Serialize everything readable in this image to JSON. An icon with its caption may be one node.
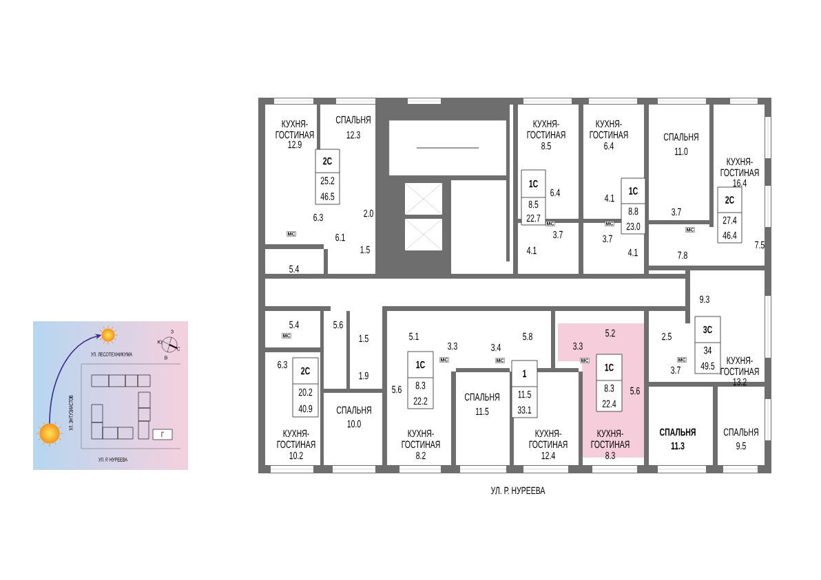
{
  "diagram": {
    "nodes": [
      {
        "text": [
          "2С",
          "25.2",
          "46.5"
        ]
      },
      {
        "text": [
          "1С",
          "8.5",
          "22.7"
        ]
      },
      {
        "text": [
          "1С",
          "8.8",
          "23.0"
        ]
      },
      {
        "text": [
          "2С",
          "27.4",
          "46.4"
        ]
      },
      {
        "text": [
          "2С",
          "20.2",
          "40.9"
        ]
      },
      {
        "text": [
          "1С",
          "8.3",
          "22.2"
        ]
      },
      {
        "text": [
          "1",
          "11.5",
          "33.1"
        ]
      },
      {
        "text": [
          "1С",
          "8.3",
          "22.4"
        ]
      },
      {
        "text": [
          "3С",
          "34",
          "49.5"
        ]
      },
      {
        "text": [],
        "shape": "picture"
      },
      {
        "text": [],
        "shape": "box"
      },
      {
        "text": [],
        "shape": "box"
      },
      {
        "text": [],
        "shape": "box"
      },
      {
        "text": [],
        "shape": "box"
      },
      {
        "text": [],
        "shape": "box"
      },
      {
        "text": [],
        "shape": "box"
      },
      {
        "text": [],
        "shape": "box"
      },
      {
        "text": [],
        "shape": "box"
      },
      {
        "text": [],
        "shape": "box"
      },
      {
        "text": [],
        "shape": "box"
      },
      {
        "text": [],
        "shape": "box"
      },
      {
        "text": [
          "Г"
        ]
      },
      {
        "text": [],
        "shape": "picture"
      }
    ],
    "edges": [
      {
        "from": 22,
        "to": 9,
        "arrow": "to"
      }
    ],
    "labels": [
      "КУХНЯ- ГОСТИНАЯ",
      "12.9",
      "СПАЛЬНЯ",
      "12.3",
      "6.3",
      "6.1",
      "2.0",
      "1.5",
      "5.4",
      "КУХНЯ- ГОСТИНАЯ",
      "8.5",
      "6.4",
      "3.7",
      "4.1",
      "КУХНЯ- ГОСТИНАЯ",
      "6.4",
      "4.1",
      "3.7",
      "4.1",
      "СПАЛЬНЯ",
      "11.0",
      "3.7",
      "7.8",
      "КУХНЯ- ГОСТИНАЯ",
      "16.4",
      "7.5",
      "9.3",
      "5.4",
      "5.6",
      "1.5",
      "1.9",
      "6.3",
      "СПАЛЬНЯ",
      "10.0",
      "КУХНЯ- ГОСТИНАЯ",
      "10.2",
      "5.1",
      "3.3",
      "3.4",
      "5.8",
      "5.6",
      "КУХНЯ- ГОСТИНАЯ",
      "8.2",
      "СПАЛЬНЯ",
      "11.5",
      "3.3",
      "5.2",
      "2.5",
      "5.6",
      "КУХНЯ- ГОСТИНАЯ",
      "12.4",
      "КУХНЯ- ГОСТИНАЯ",
      "8.3",
      "3.7",
      "СПАЛЬНЯ",
      "11.3",
      "КУХНЯ- ГОСТИНАЯ",
      "13.2",
      "СПАЛЬНЯ",
      "9.5",
      "УЛ. Р. НУРЕЕВА",
      "МС",
      "МС",
      "МС",
      "МС",
      "МС",
      "МС",
      "МС",
      "МС",
      "МС",
      "УЛ. ЛЕСОТЕХНИКУМА",
      "УЛ. ЭНТУЗИАСТОВ",
      "УЛ. Р. НУРЕЕВА",
      "З",
      "Ю",
      "С",
      "В"
    ]
  }
}
